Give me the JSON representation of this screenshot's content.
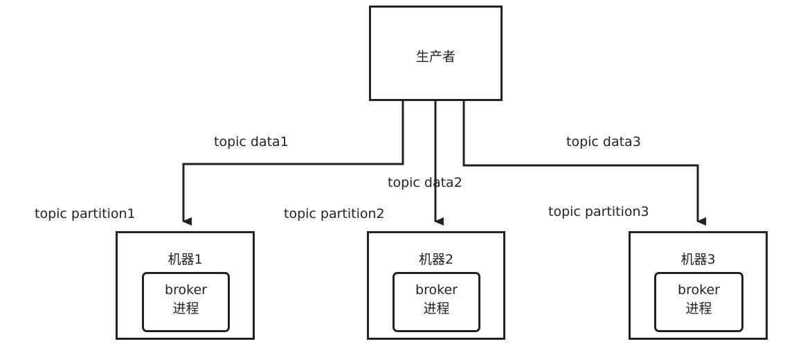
{
  "producer": {
    "label": "生产者"
  },
  "flows": [
    {
      "data_label": "topic data1",
      "partition_label": "topic partition1"
    },
    {
      "data_label": "topic data2",
      "partition_label": "topic partition2"
    },
    {
      "data_label": "topic data3",
      "partition_label": "topic partition3"
    }
  ],
  "machines": [
    {
      "label": "机器1",
      "process_line1": "broker",
      "process_line2": "进程"
    },
    {
      "label": "机器2",
      "process_line1": "broker",
      "process_line2": "进程"
    },
    {
      "label": "机器3",
      "process_line1": "broker",
      "process_line2": "进程"
    }
  ],
  "colors": {
    "stroke": "#222222",
    "background": "#ffffff"
  }
}
